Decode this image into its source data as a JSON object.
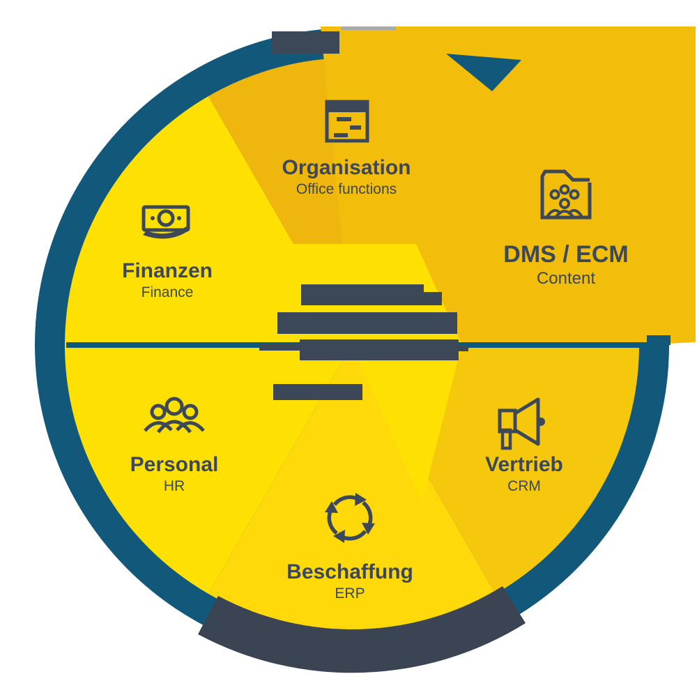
{
  "diagram": {
    "type": "circular-business-software-module-wheel",
    "segments": [
      {
        "id": "organisation",
        "label": "Organisation",
        "sublabel": "Office functions",
        "icon": "window-tasklist-icon",
        "position": "top",
        "color_key": "amber_deep"
      },
      {
        "id": "dms-ecm",
        "label": "DMS / ECM",
        "sublabel": "Content",
        "icon": "folder-team-icon",
        "position": "top-right",
        "color_key": "amber"
      },
      {
        "id": "vertrieb",
        "label": "Vertrieb",
        "sublabel": "CRM",
        "icon": "megaphone-icon",
        "position": "bottom-right",
        "color_key": "amber_light"
      },
      {
        "id": "beschaffung",
        "label": "Beschaffung",
        "sublabel": "ERP",
        "icon": "sync-arrows-icon",
        "position": "bottom",
        "color_key": "yellow_medium"
      },
      {
        "id": "personal",
        "label": "Personal",
        "sublabel": "HR",
        "icon": "people-group-icon",
        "position": "bottom-left",
        "color_key": "yellow_bright"
      },
      {
        "id": "finanzen",
        "label": "Finanzen",
        "sublabel": "Finance",
        "icon": "banknote-icon",
        "position": "top-left",
        "color_key": "yellow_bright"
      }
    ],
    "center": {
      "redacted_logo_blocks": 4
    },
    "colors": {
      "ring_teal": "#12587A",
      "arc_navy": "#3A4452",
      "ink": "#3C4857",
      "divider": "#0B5A7D",
      "yellow_bright": "#FFE003",
      "yellow_medium": "#FFD90A",
      "amber": "#F2BD0B",
      "amber_deep": "#EFB60D",
      "amber_light": "#F5C70D",
      "artifact_gray": "#A9A9A9",
      "background": "#FFFFFF"
    }
  }
}
